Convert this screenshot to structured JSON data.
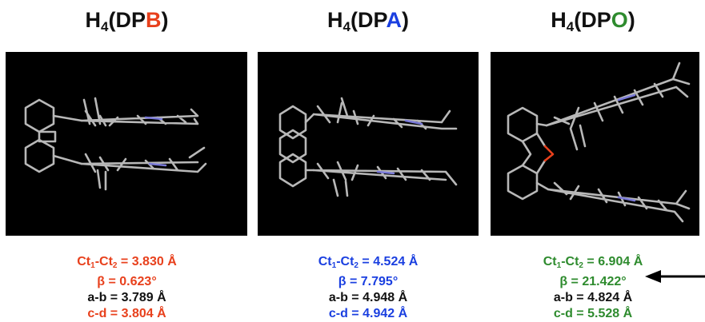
{
  "colors": {
    "red": "#e8401c",
    "blue": "#1a3fe0",
    "green": "#2e8b2e",
    "black": "#111111"
  },
  "panels": [
    {
      "title_prefix": "H",
      "title_sub": "4",
      "title_open": "(DP",
      "title_accent": "B",
      "title_close": ")",
      "accent": "red",
      "ct_pre": "Ct",
      "ct_sub1": "1",
      "ct_mid": "-Ct",
      "ct_sub2": "2",
      "ct_val": " = 3.830 Å",
      "beta": "β = 0.623°",
      "ab": "a-b = 3.789 Å",
      "cd": "c-d = 3.804 Å"
    },
    {
      "title_prefix": "H",
      "title_sub": "4",
      "title_open": "(DP",
      "title_accent": "A",
      "title_close": ")",
      "accent": "blue",
      "ct_pre": "Ct",
      "ct_sub1": "1",
      "ct_mid": "-Ct",
      "ct_sub2": "2",
      "ct_val": " = 4.524 Å",
      "beta": "β = 7.795°",
      "ab": "a-b = 4.948 Å",
      "cd": "c-d = 4.942 Å"
    },
    {
      "title_prefix": "H",
      "title_sub": "4",
      "title_open": "(DP",
      "title_accent": "O",
      "title_close": ")",
      "accent": "green",
      "ct_pre": "Ct",
      "ct_sub1": "1",
      "ct_mid": "-Ct",
      "ct_sub2": "2",
      "ct_val": " = 6.904 Å",
      "beta": "β = 21.422°",
      "ab": "a-b = 4.824 Å",
      "cd": "c-d = 5.528 Å"
    }
  ]
}
